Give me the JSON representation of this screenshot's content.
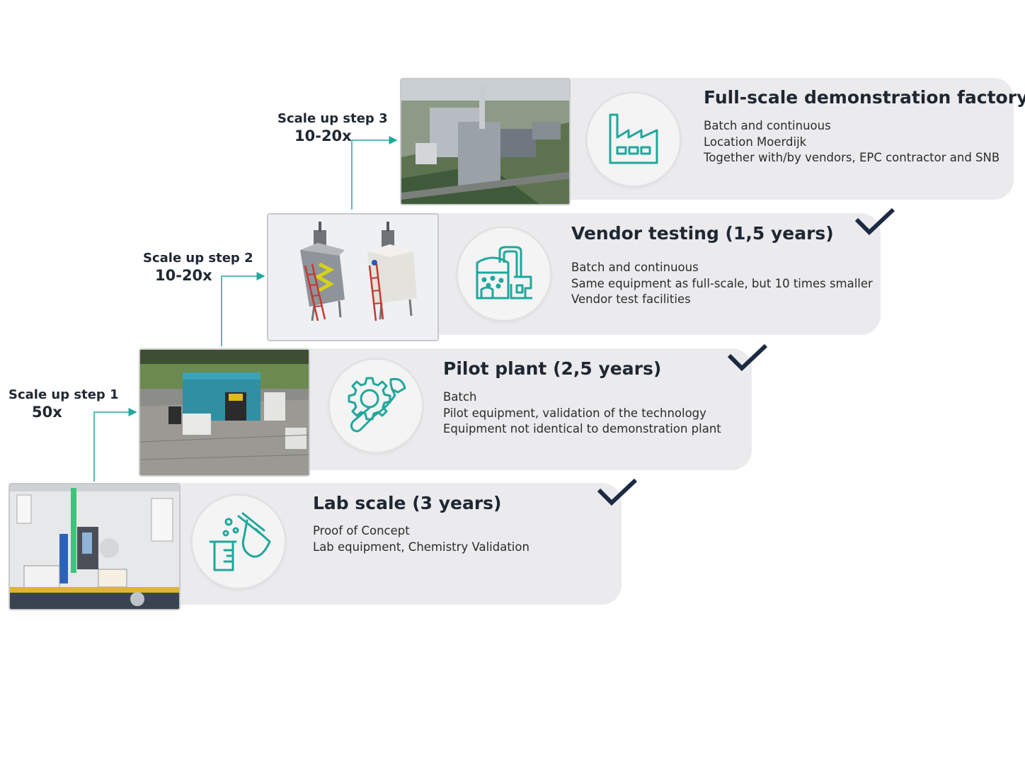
{
  "stages": [
    {
      "title": "Full-scale demonstration factory",
      "lines": [
        "Batch and continuous",
        "Location Moerdijk",
        "Together with/by vendors, EPC contractor and SNB"
      ],
      "icon": "factory-icon",
      "completed": false
    },
    {
      "title": "Vendor testing (1,5 years)",
      "lines": [
        "Batch and continuous",
        "Same equipment as full-scale, but 10 times smaller",
        "Vendor test facilities"
      ],
      "icon": "process-plant-icon",
      "completed": true
    },
    {
      "title": "Pilot plant (2,5 years)",
      "lines": [
        "Batch",
        "Pilot equipment, validation of the technology",
        "Equipment not identical to demonstration plant"
      ],
      "icon": "gear-wrench-icon",
      "completed": true
    },
    {
      "title": "Lab scale (3 years)",
      "lines": [
        "Proof of Concept",
        "Lab equipment, Chemistry Validation"
      ],
      "icon": "lab-glassware-icon",
      "completed": true
    }
  ],
  "steps": [
    {
      "label": "Scale up step 3",
      "factor": "10-20x"
    },
    {
      "label": "Scale up step 2",
      "factor": "10-20x"
    },
    {
      "label": "Scale up step 1",
      "factor": "50x"
    }
  ],
  "colors": {
    "accent": "#1fa79c",
    "check": "#1c2a44",
    "card": "#ebebed",
    "text": "#1f2733"
  }
}
